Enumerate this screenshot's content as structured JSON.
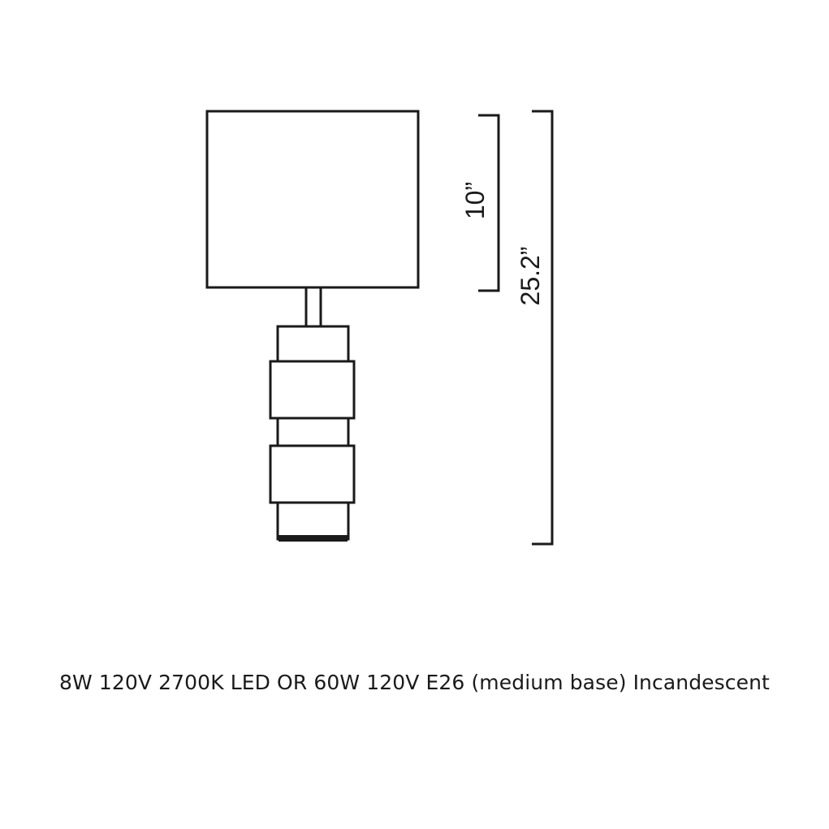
{
  "dimensions": {
    "shade_height": "10”",
    "overall_height": "25.2”"
  },
  "specification": "8W 120V 2700K LED OR 60W 120V E26 (medium base) Incandescent",
  "colors": {
    "line": "#1a1a1a",
    "background": "#ffffff"
  }
}
